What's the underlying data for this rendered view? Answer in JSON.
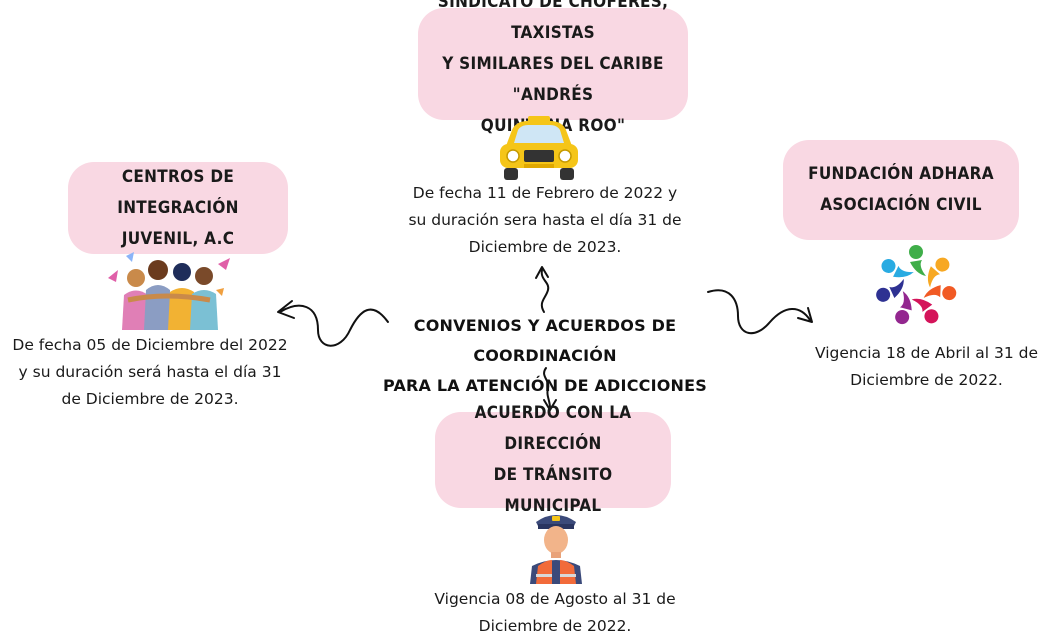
{
  "center": {
    "line1": "CONVENIOS  Y ACUERDOS DE COORDINACIÓN",
    "line2": "PARA LA ATENCIÓN DE ADICCIONES"
  },
  "top": {
    "title_line1": "SINDICATO DE CHOFERES, TAXISTAS",
    "title_line2": "Y SIMILARES DEL CARIBE \"ANDRÉS",
    "title_line3": "QUINTANA ROO\"",
    "desc_line1": "De fecha 11 de Febrero de 2022 y",
    "desc_line2": "su duración sera hasta el día 31 de",
    "desc_line3": "Diciembre de 2023."
  },
  "left": {
    "title_line1": "CENTROS DE INTEGRACIÓN",
    "title_line2": "JUVENIL, A.C",
    "desc_line1": "De fecha 05 de Diciembre del 2022",
    "desc_line2": "y su duración será hasta el día  31",
    "desc_line3": "de Diciembre de 2023."
  },
  "right": {
    "title_line1": "FUNDACIÓN ADHARA",
    "title_line2": "ASOCIACIÓN CIVIL",
    "desc_line1": "Vigencia  18 de Abril  al 31 de",
    "desc_line2": "Diciembre de 2022."
  },
  "bottom": {
    "title_line1": "ACUERDO CON LA DIRECCIÓN",
    "title_line2": "DE TRÁNSITO MUNICIPAL",
    "desc_line1": "Vigencia 08 de Agosto al 31 de",
    "desc_line2": "Diciembre de 2022."
  },
  "colors": {
    "box_pink": "#f9d8e3",
    "taxi_yellow": "#f5c518",
    "text": "#1a1a1a"
  },
  "icons": {
    "top": "taxi-icon",
    "left": "youth-group-icon",
    "right": "community-circle-icon",
    "bottom": "traffic-officer-icon"
  }
}
